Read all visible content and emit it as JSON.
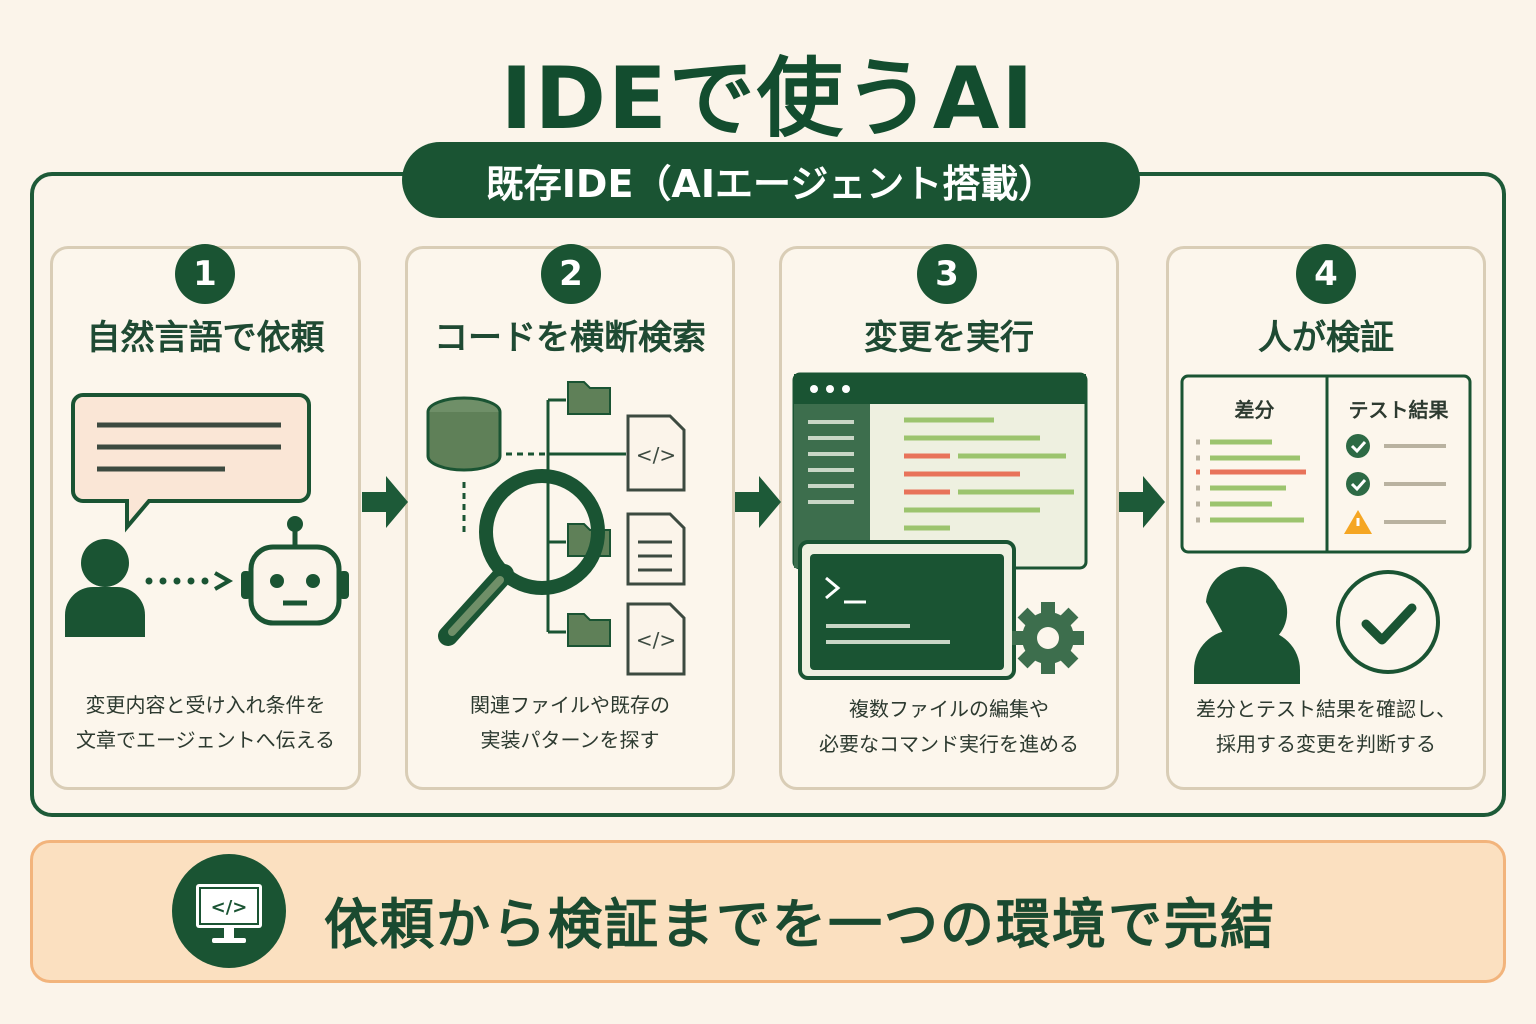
{
  "title": "IDEで使うAI",
  "banner": "既存IDE（AIエージェント搭載）",
  "steps": [
    {
      "num": "1",
      "title": "自然言語で依頼",
      "desc1": "変更内容と受け入れ条件を",
      "desc2": "文章でエージェントへ伝える"
    },
    {
      "num": "2",
      "title": "コードを横断検索",
      "desc1": "関連ファイルや既存の",
      "desc2": "実装パターンを探す"
    },
    {
      "num": "3",
      "title": "変更を実行",
      "desc1": "複数ファイルの編集や",
      "desc2": "必要なコマンド実行を進める"
    },
    {
      "num": "4",
      "title": "人が検証",
      "desc1": "差分とテスト結果を確認し、",
      "desc2": "採用する変更を判断する"
    }
  ],
  "verify_panel": {
    "diff_label": "差分",
    "test_label": "テスト結果"
  },
  "bottom": "依頼から検証までを一つの環境で完結",
  "colors": {
    "primary": "#1a5433",
    "accent_orange": "#f2b47c",
    "diff_red": "#e8735a",
    "diff_green": "#9cc46e",
    "warning": "#f5a623"
  }
}
